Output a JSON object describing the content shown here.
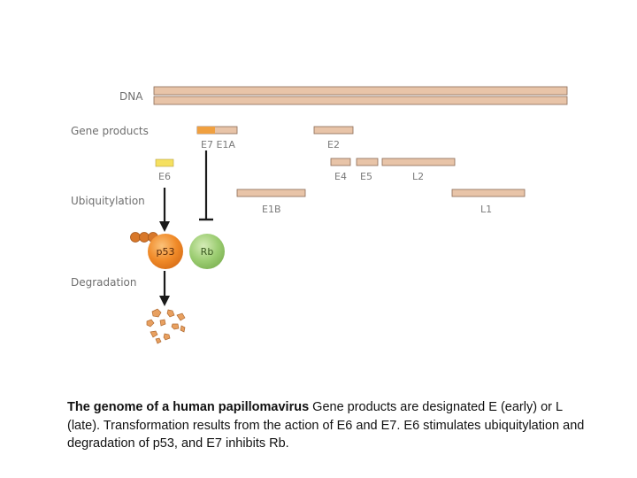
{
  "labels": {
    "dna": "DNA",
    "gene_products": "Gene products",
    "ubiquitylation": "Ubiquitylation",
    "degradation": "Degradation"
  },
  "genes": {
    "e7_e1a": "E7 E1A",
    "e2": "E2",
    "e6": "E6",
    "e4": "E4",
    "e5": "E5",
    "l2": "L2",
    "e1b": "E1B",
    "l1": "L1"
  },
  "proteins": {
    "p53": "p53",
    "rb": "Rb"
  },
  "caption": {
    "bold": "The genome of a human papillomavirus",
    "text": " Gene products are designated E (early) or L (late). Transformation results from the action of E6 and E7. E6 stimulates ubiquitylation and degradation of p53, and E7 inhibits Rb."
  },
  "colors": {
    "bar_fill": "#e8c4a8",
    "e7_highlight": "#f0a040",
    "e6_highlight": "#f5e060",
    "p53": "#f08a28",
    "rb": "#8cc060",
    "ubiquitin": "#d8782a"
  }
}
